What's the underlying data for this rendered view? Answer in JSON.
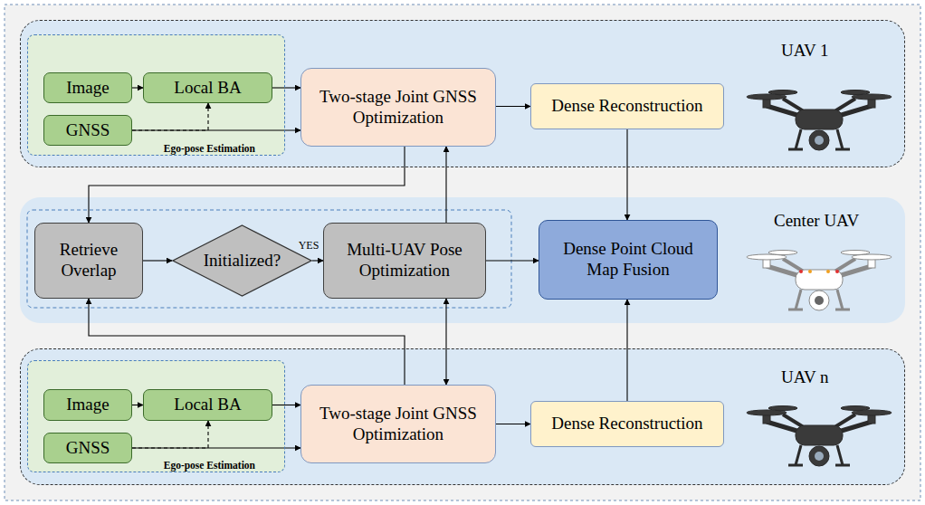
{
  "diagram": {
    "nodes": [
      {
        "text": [
          "UAV 1"
        ]
      },
      {
        "text": [
          "Ego-pose Estimation"
        ],
        "in": 0
      },
      {
        "text": [
          "Image"
        ],
        "in": 1
      },
      {
        "text": [
          "Local BA"
        ],
        "in": 1
      },
      {
        "text": [
          "GNSS"
        ],
        "in": 1
      },
      {
        "text": [
          "Two-stage Joint GNSS Optimization"
        ],
        "in": 0
      },
      {
        "text": [
          "Dense Reconstruction"
        ],
        "in": 0
      },
      {
        "text": [
          "Center UAV"
        ]
      },
      {
        "text": [
          "Retrieve Overlap"
        ],
        "in": 7
      },
      {
        "text": [
          "Initialized?"
        ],
        "in": 7
      },
      {
        "text": [
          "Multi-UAV Pose Optimization"
        ],
        "in": 7
      },
      {
        "text": [
          "Dense Point Cloud Map Fusion"
        ],
        "in": 7
      },
      {
        "text": [
          "UAV n"
        ]
      },
      {
        "text": [
          "Ego-pose Estimation"
        ],
        "in": 12
      },
      {
        "text": [
          "Image"
        ],
        "in": 13
      },
      {
        "text": [
          "Local BA"
        ],
        "in": 13
      },
      {
        "text": [
          "GNSS"
        ],
        "in": 13
      },
      {
        "text": [
          "Two-stage Joint GNSS Optimization"
        ],
        "in": 12
      },
      {
        "text": [
          "Dense Reconstruction"
        ],
        "in": 12
      }
    ],
    "edges": [
      {
        "from": 2,
        "to": 3,
        "arrow": "to"
      },
      {
        "from": 4,
        "to": 3,
        "arrow": "to"
      },
      {
        "from": 3,
        "to": 5,
        "arrow": "to"
      },
      {
        "from": 4,
        "to": 5,
        "arrow": "to"
      },
      {
        "from": 5,
        "to": 6,
        "arrow": "to"
      },
      {
        "from": 6,
        "to": 11,
        "arrow": "to"
      },
      {
        "from": 5,
        "to": 8,
        "arrow": "to"
      },
      {
        "from": 8,
        "to": 9,
        "arrow": "to"
      },
      {
        "from": 9,
        "to": 10,
        "label": "YES",
        "arrow": "to"
      },
      {
        "from": 10,
        "to": 11,
        "arrow": "to"
      },
      {
        "from": 10,
        "to": 5,
        "arrow": "to"
      },
      {
        "from": 10,
        "to": 17,
        "arrow": "both"
      },
      {
        "from": 17,
        "to": 8,
        "arrow": "to"
      },
      {
        "from": 14,
        "to": 15,
        "arrow": "to"
      },
      {
        "from": 16,
        "to": 15,
        "arrow": "to"
      },
      {
        "from": 15,
        "to": 17,
        "arrow": "to"
      },
      {
        "from": 16,
        "to": 17,
        "arrow": "to"
      },
      {
        "from": 17,
        "to": 18,
        "arrow": "to"
      },
      {
        "from": 18,
        "to": 11,
        "arrow": "to"
      }
    ]
  }
}
